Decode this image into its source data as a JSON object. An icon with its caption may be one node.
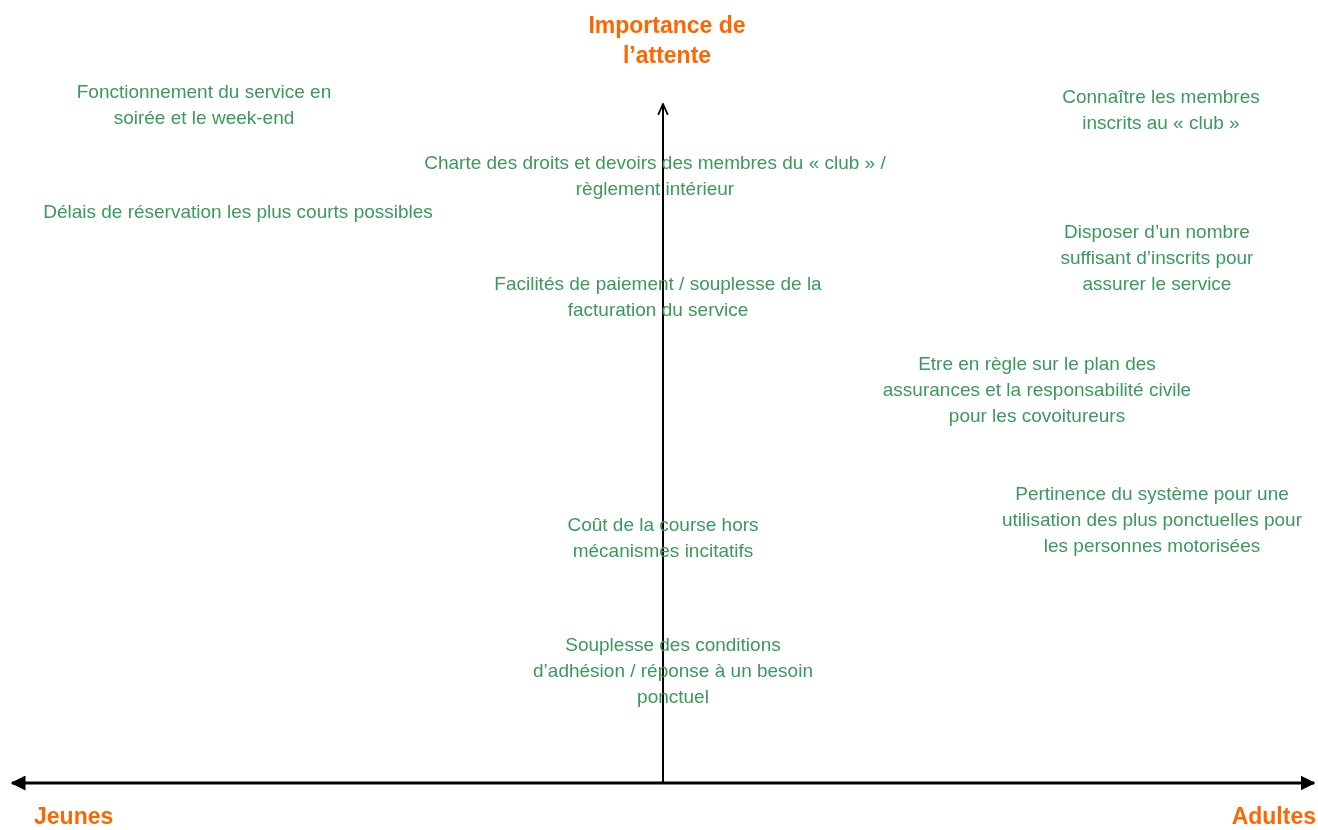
{
  "diagram": {
    "labels": [
      "Importance de l’attente",
      "Fonctionnement du service en soirée et le week-end",
      "Connaître les membres inscrits au « club »",
      "Charte des droits et devoirs des membres du « club » / règlement intérieur",
      "Délais de réservation les plus courts possibles",
      "Disposer d’un nombre suffisant d’inscrits pour assurer le service",
      "Facilités de paiement / souplesse de la facturation du service",
      "Etre en règle sur le plan des assurances et la responsabilité civile pour les covoitureurs",
      "Pertinence du système pour une utilisation des plus ponctuelles pour les personnes motorisées",
      "Coût de la course hors mécanismes incitatifs",
      "Souplesse des conditions d’adhésion / réponse à un besoin ponctuel",
      "Jeunes",
      "Adultes"
    ]
  }
}
